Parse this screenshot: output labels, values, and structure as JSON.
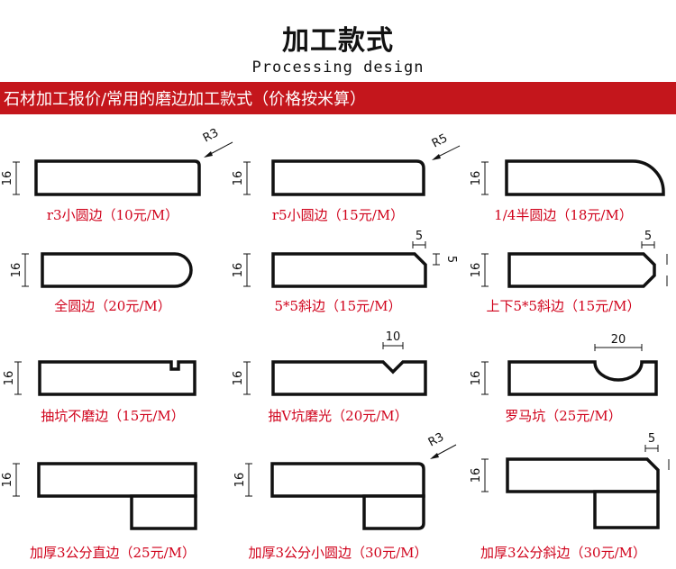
{
  "header": {
    "title": "加工款式",
    "subtitle": "Processing design",
    "banner": "石材加工报价/常用的磨边加工款式（价格按米算）",
    "colors": {
      "red": "#c4161c",
      "caption": "#d0021b",
      "line": "#111111"
    }
  },
  "styles": [
    {
      "caption": "r3小圆边（10元/M）",
      "height": "16",
      "radius": "R3"
    },
    {
      "caption": "r5小圆边（15元/M）",
      "height": "16",
      "radius": "R5"
    },
    {
      "caption": "1/4半圆边（18元/M）",
      "height": "16"
    },
    {
      "caption": "全圆边（20元/M）",
      "height": "16"
    },
    {
      "caption": "5*5斜边（15元/M）",
      "height": "16",
      "bevel_w": "5",
      "bevel_h": "5"
    },
    {
      "caption": "上下5*5斜边（15元/M）",
      "height": "16",
      "bevel_w": "5"
    },
    {
      "caption": "抽坑不磨边（15元/M）",
      "height": "16"
    },
    {
      "caption": "抽V坑磨光（20元/M）",
      "height": "16",
      "groove": "10"
    },
    {
      "caption": "罗马坑（25元/M）",
      "height": "16",
      "groove": "20"
    },
    {
      "caption": "加厚3公分直边（25元/M）",
      "height": "16"
    },
    {
      "caption": "加厚3公分小圆边（30元/M）",
      "height": "16",
      "radius": "R3"
    },
    {
      "caption": "加厚3公分斜边（30元/M）",
      "height": "16",
      "bevel_w": "5"
    }
  ]
}
